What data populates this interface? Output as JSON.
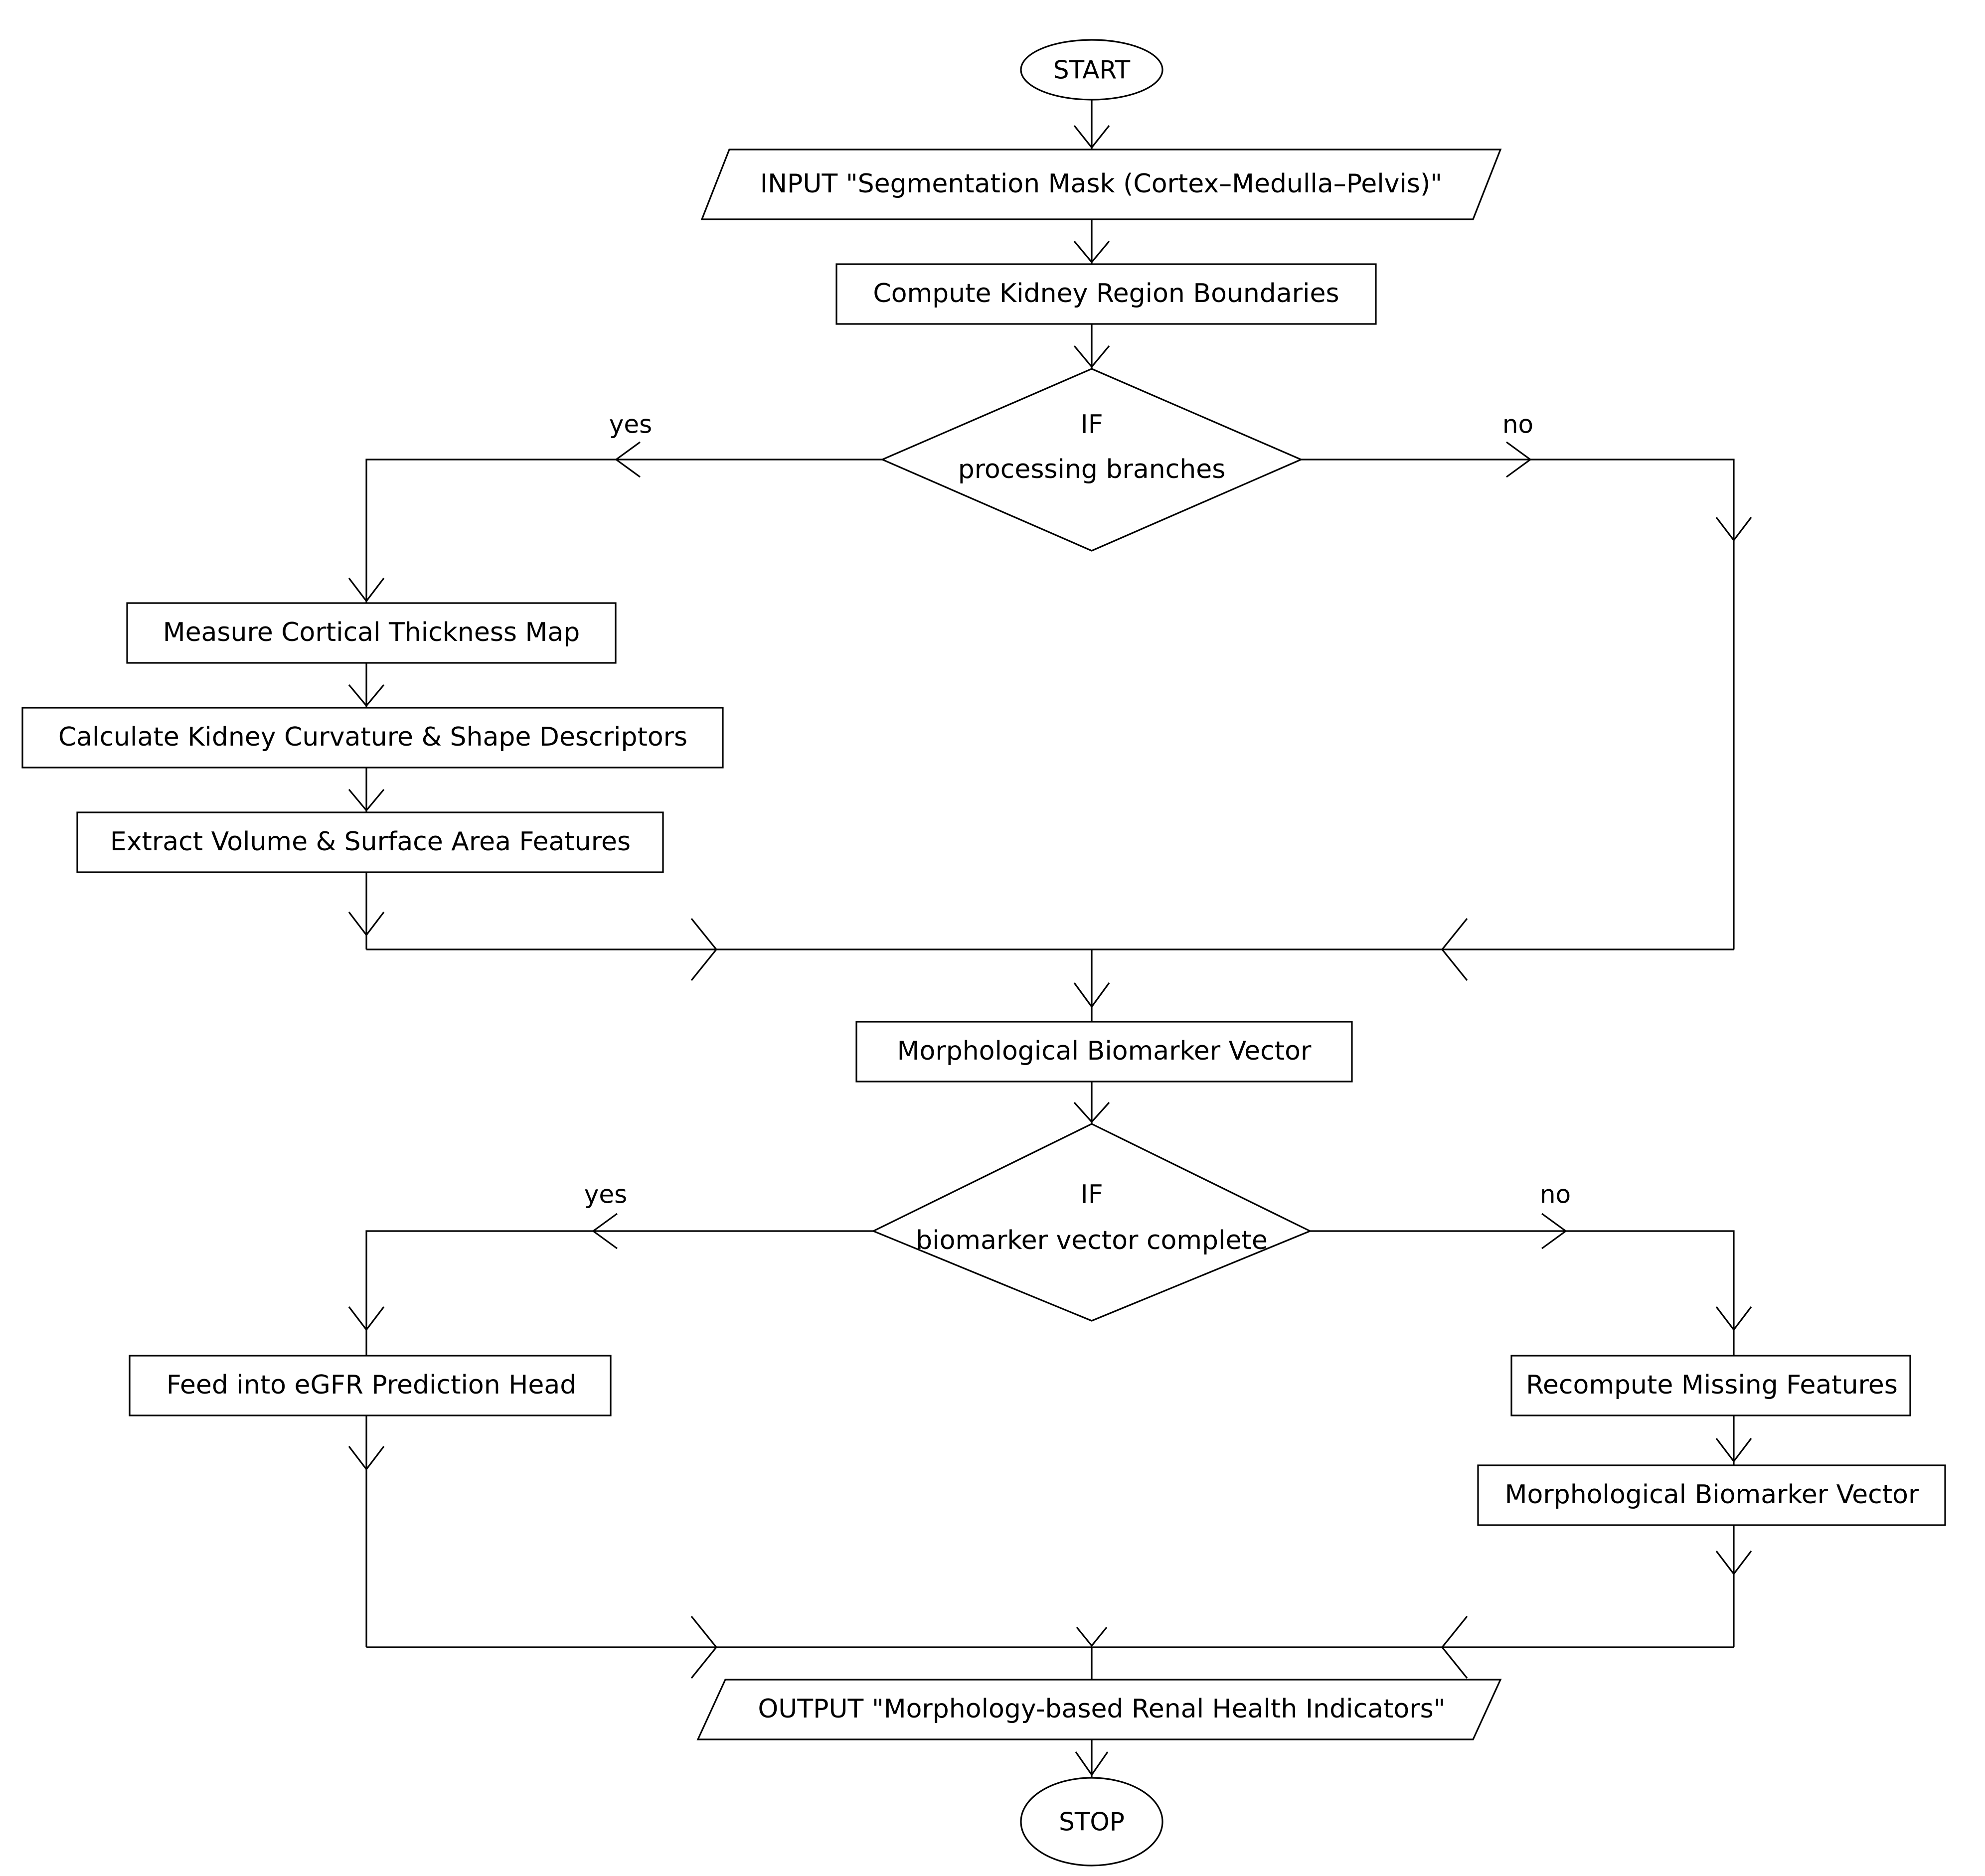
{
  "diagram": {
    "type": "flowchart",
    "orientation": "top-to-bottom",
    "background_color": "#ffffff",
    "line_color": "#000000",
    "text_color": "#000000"
  },
  "nodes": {
    "start": {
      "label": "START",
      "shape": "ellipse"
    },
    "input": {
      "label": "INPUT \"Segmentation Mask (Cortex–Medulla–Pelvis)\"",
      "shape": "parallelogram"
    },
    "compute_boundaries": {
      "label": "Compute Kidney Region Boundaries",
      "shape": "rectangle"
    },
    "decision1": {
      "keyword": "IF",
      "condition": "processing branches",
      "shape": "diamond"
    },
    "cortical_thickness": {
      "label": "Measure Cortical Thickness Map",
      "shape": "rectangle"
    },
    "curvature_shape": {
      "label": "Calculate Kidney Curvature & Shape Descriptors",
      "shape": "rectangle"
    },
    "volume_surface": {
      "label": "Extract Volume & Surface Area Features",
      "shape": "rectangle"
    },
    "biomarker_vector": {
      "label": "Morphological Biomarker Vector",
      "shape": "rectangle"
    },
    "decision2": {
      "keyword": "IF",
      "condition": "biomarker vector complete",
      "shape": "diamond"
    },
    "egfr_head": {
      "label": "Feed into eGFR Prediction Head",
      "shape": "rectangle"
    },
    "recompute_missing": {
      "label": "Recompute Missing Features",
      "shape": "rectangle"
    },
    "biomarker_vector2": {
      "label": "Morphological Biomarker Vector",
      "shape": "rectangle"
    },
    "output": {
      "label": "OUTPUT \"Morphology-based Renal Health Indicators\"",
      "shape": "parallelogram"
    },
    "stop": {
      "label": "STOP",
      "shape": "ellipse"
    }
  },
  "branch_labels": {
    "decision1_yes": "yes",
    "decision1_no": "no",
    "decision2_yes": "yes",
    "decision2_no": "no"
  }
}
